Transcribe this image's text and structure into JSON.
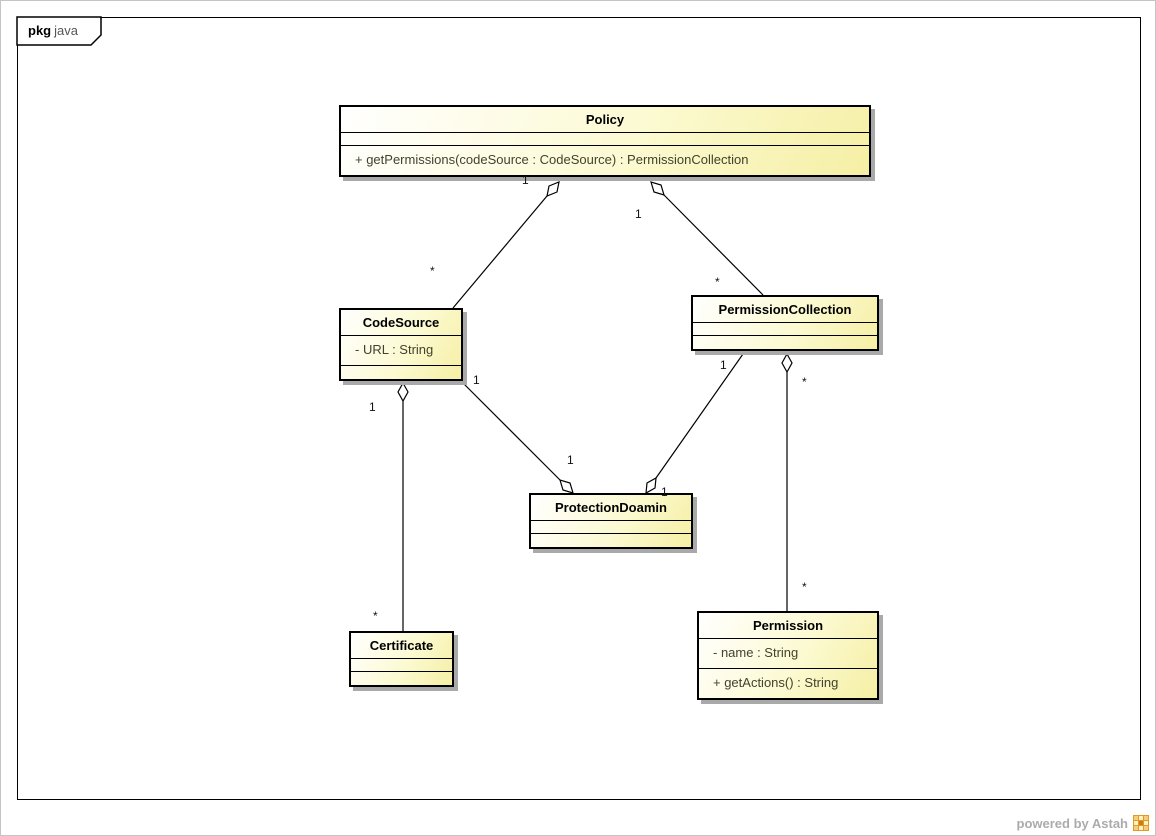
{
  "frame_tab": {
    "keyword": "pkg",
    "name": "java"
  },
  "classes": {
    "policy": {
      "name": "Policy",
      "operations": [
        "+ getPermissions(codeSource : CodeSource) : PermissionCollection"
      ]
    },
    "codesource": {
      "name": "CodeSource",
      "attributes": [
        "- URL : String"
      ]
    },
    "permissioncollection": {
      "name": "PermissionCollection"
    },
    "protectiondomain": {
      "name": "ProtectionDoamin"
    },
    "certificate": {
      "name": "Certificate"
    },
    "permission": {
      "name": "Permission",
      "attributes": [
        "- name : String"
      ],
      "operations": [
        "+ getActions() : String"
      ]
    }
  },
  "multiplicities": {
    "policy_codesource": {
      "policy_end": "1",
      "codesource_end": "*"
    },
    "policy_permissioncollection": {
      "policy_end": "1",
      "permissioncollection_end": "*"
    },
    "codesource_protectiondomain": {
      "codesource_end": "1",
      "protectiondomain_end": "1"
    },
    "permissioncollection_protectiondomain": {
      "permissioncollection_end": "1",
      "protectiondomain_end": "1"
    },
    "codesource_certificate": {
      "codesource_end": "1",
      "certificate_end": "*"
    },
    "permissioncollection_permission": {
      "permissioncollection_end": "*",
      "permission_end": "*"
    }
  },
  "footer": {
    "powered_by": "powered by Astah"
  }
}
